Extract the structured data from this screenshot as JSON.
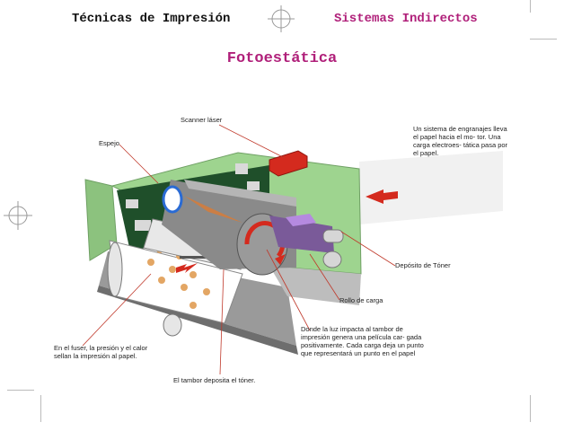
{
  "header": {
    "left": "Técnicas de Impresión",
    "right": "Sistemas Indirectos"
  },
  "title": "Fotoestática",
  "labels": {
    "scanner": "Scanner láser",
    "espejo": "Espejo",
    "engranajes": "Un sistema de engranajes lleva el papel hacia el mo- tor.  Una carga electroes- tática pasa por el papel.",
    "toner": "Depósito de Tóner",
    "rollo": "Rollo de carga",
    "luz": "Donde la luz impacta al tambor de impresión genera una película car- gada positivamente.  Cada carga deja un punto que representará un punto en el papel",
    "fuser": "En el fuser, la presión y el calor sellan la impresión al papel.",
    "tambor": "El tambor deposita el tóner."
  },
  "colors": {
    "accent": "#b0207a",
    "green": "#9ed48f",
    "red": "#d42a1e",
    "circuit": "#1f4f2a"
  },
  "icons": [
    "registration-mark-icon",
    "arrow-right-icon"
  ]
}
